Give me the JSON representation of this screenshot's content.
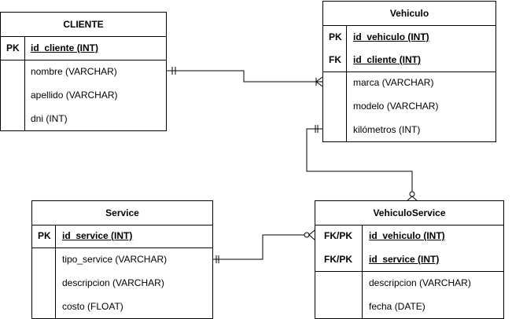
{
  "entities": {
    "cliente": {
      "title": "CLIENTE",
      "keys": [
        {
          "label": "PK",
          "field": "id_cliente (INT)"
        }
      ],
      "attributes": [
        "nombre (VARCHAR)",
        "apellido (VARCHAR)",
        "dni (INT)"
      ]
    },
    "vehiculo": {
      "title": "Vehiculo",
      "keys": [
        {
          "label": "PK",
          "field": "id_vehiculo (INT)"
        },
        {
          "label": "FK",
          "field": "id_cliente (INT)"
        }
      ],
      "attributes": [
        "marca (VARCHAR)",
        "modelo (VARCHAR)",
        "kilómetros (INT)"
      ]
    },
    "service": {
      "title": "Service",
      "keys": [
        {
          "label": "PK",
          "field": "id_service (INT)"
        }
      ],
      "attributes": [
        "tipo_service (VARCHAR)",
        "descripcion (VARCHAR)",
        "costo (FLOAT)"
      ]
    },
    "vehiculo_service": {
      "title": "VehiculoService",
      "keys": [
        {
          "label": "FK/PK",
          "field": "id_vehiculo (INT)"
        },
        {
          "label": "FK/PK",
          "field": "id_service (INT)"
        }
      ],
      "attributes": [
        "descripcion (VARCHAR)",
        "fecha (DATE)"
      ]
    }
  },
  "relationships": [
    {
      "from": "cliente",
      "to": "vehiculo",
      "from_cardinality": "one-mandatory",
      "to_cardinality": "one-or-many"
    },
    {
      "from": "vehiculo",
      "to": "vehiculo_service",
      "from_cardinality": "one-mandatory",
      "to_cardinality": "zero-or-many"
    },
    {
      "from": "service",
      "to": "vehiculo_service",
      "from_cardinality": "one-mandatory",
      "to_cardinality": "zero-or-many"
    }
  ]
}
